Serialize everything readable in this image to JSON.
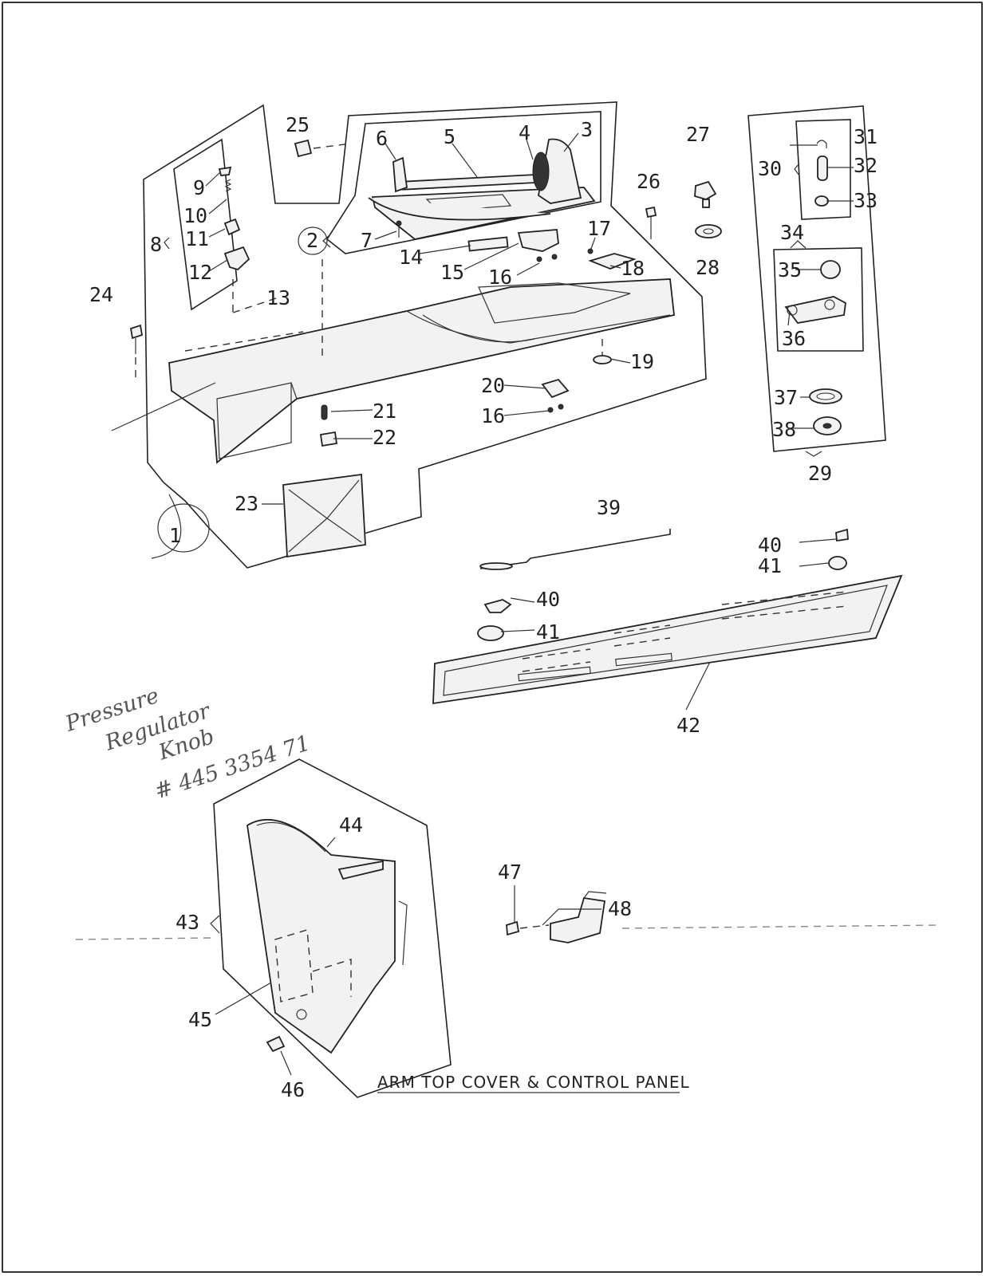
{
  "caption": "ARM TOP COVER & CONTROL PANEL",
  "handwritten_note": [
    "Pressure",
    "Regulator",
    "Knob",
    "# 445 3354 71"
  ],
  "callouts": {
    "c1": "1",
    "c2": "2",
    "c3": "3",
    "c4": "4",
    "c5": "5",
    "c6": "6",
    "c7": "7",
    "c8": "8",
    "c9": "9",
    "c10": "10",
    "c11": "11",
    "c12": "12",
    "c13": "13",
    "c14": "14",
    "c15": "15",
    "c16a": "16",
    "c16b": "16",
    "c17": "17",
    "c18": "18",
    "c19": "19",
    "c20": "20",
    "c21": "21",
    "c22": "22",
    "c23": "23",
    "c24": "24",
    "c25": "25",
    "c26": "26",
    "c27": "27",
    "c28": "28",
    "c29": "29",
    "c30": "30",
    "c31": "31",
    "c32": "32",
    "c33": "33",
    "c34": "34",
    "c35": "35",
    "c36": "36",
    "c37": "37",
    "c38": "38",
    "c39": "39",
    "c40a": "40",
    "c41a": "41",
    "c40b": "40",
    "c41b": "41",
    "c42": "42",
    "c43": "43",
    "c44": "44",
    "c45": "45",
    "c46": "46",
    "c47": "47",
    "c48": "48"
  }
}
